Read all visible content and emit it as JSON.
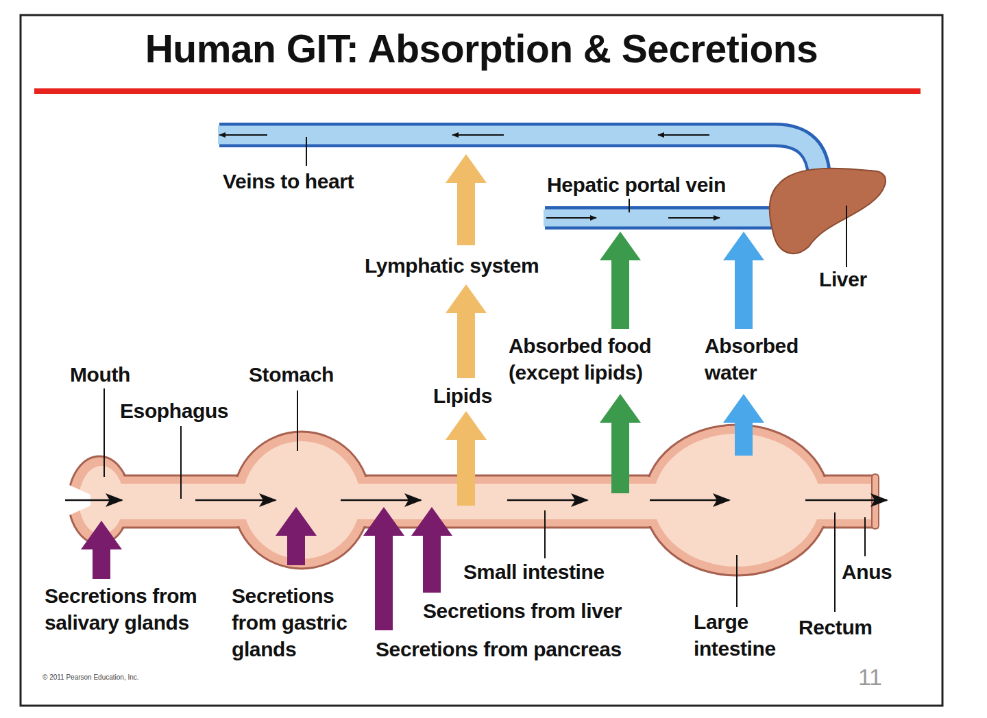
{
  "diagram": {
    "title": "Human GIT: Absorption & Secretions",
    "labels": [
      "Veins to heart",
      "Hepatic portal vein",
      "Lymphatic system",
      "Liver",
      "Absorbed food (except lipids)",
      "Absorbed water",
      "Lipids",
      "Mouth",
      "Stomach",
      "Esophagus",
      "Small intestine",
      "Anus",
      "Secretions from salivary glands",
      "Secretions from gastric glands",
      "Secretions from liver",
      "Large intestine",
      "Rectum",
      "Secretions from pancreas",
      "© 2011 Pearson Education, Inc.",
      "11"
    ]
  }
}
